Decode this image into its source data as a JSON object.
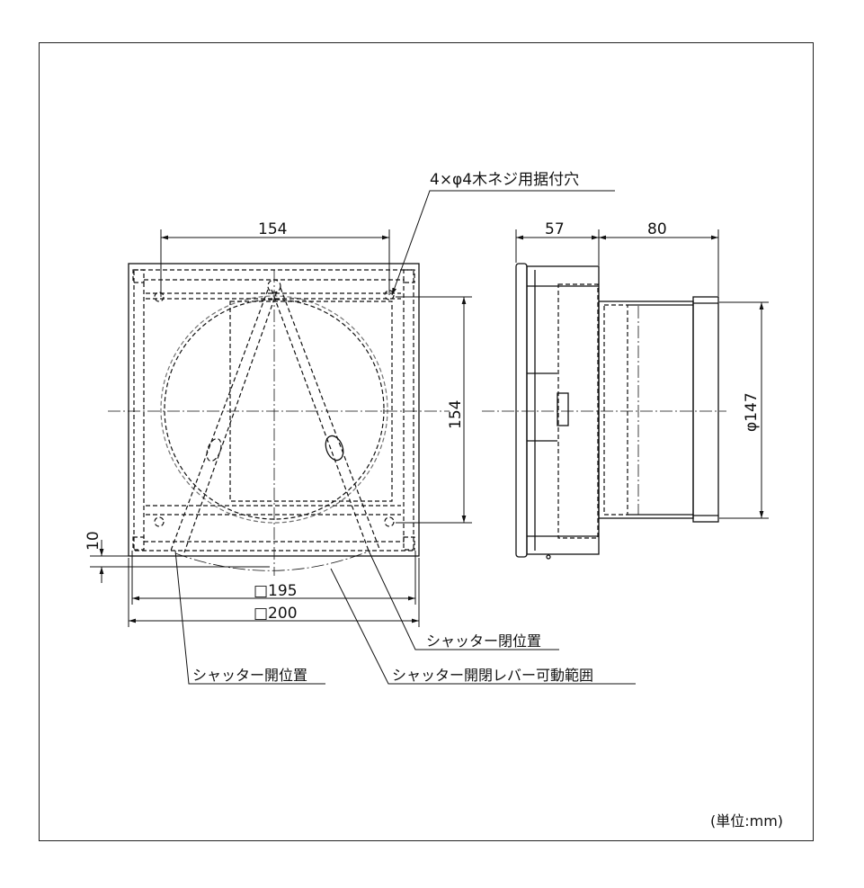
{
  "labels": {
    "screw_holes": "4×φ4木ネジ用据付穴",
    "dim_top_width": "154",
    "dim_depth_a": "57",
    "dim_depth_b": "80",
    "dim_vertical": "154",
    "dim_diameter": "φ147",
    "dim_offset": "10",
    "dim_inner_square": "□195",
    "dim_outer_square": "□200",
    "shutter_closed": "シャッター閉位置",
    "shutter_open": "シャッター開位置",
    "shutter_lever_range": "シャッター開閉レバー可動範囲",
    "unit": "(単位:mm)"
  }
}
